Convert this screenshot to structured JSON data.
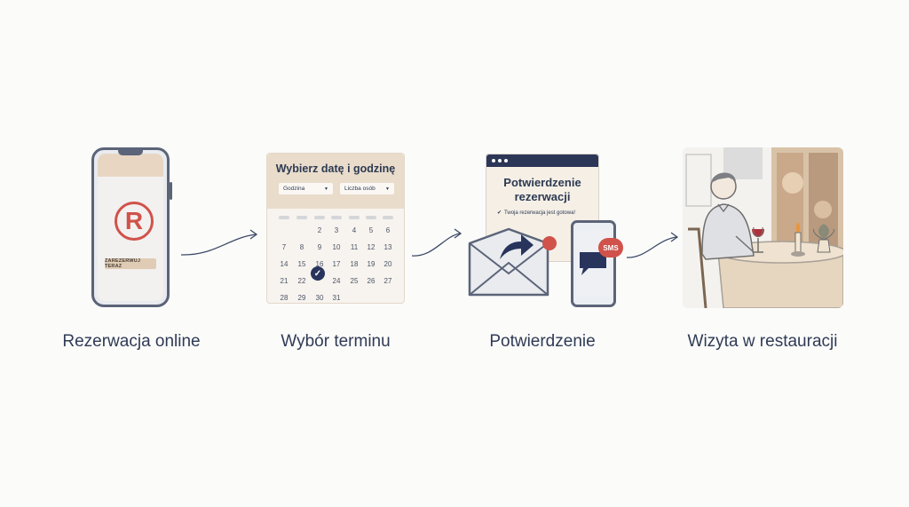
{
  "steps": [
    {
      "label": "Rezerwacja online"
    },
    {
      "label": "Wybór terminu"
    },
    {
      "label": "Potwierdzenie"
    },
    {
      "label": "Wizyta w restauracji"
    }
  ],
  "phone": {
    "logo_letter": "R",
    "button_label": "ZAREZERWUJ TERAZ"
  },
  "calendar": {
    "title": "Wybierz datę i godzinę",
    "select_time": "Godzina",
    "select_guests": "Liczba osób",
    "days": [
      [
        "",
        "",
        "2",
        "3",
        "4",
        "5",
        "6"
      ],
      [
        "7",
        "8",
        "9",
        "10",
        "11",
        "12",
        "13"
      ],
      [
        "14",
        "15",
        "16",
        "17",
        "18",
        "19",
        "20"
      ],
      [
        "21",
        "22",
        "",
        "24",
        "25",
        "26",
        "27"
      ],
      [
        "28",
        "29",
        "30",
        "31",
        "",
        "",
        ""
      ]
    ]
  },
  "confirmation": {
    "title_line1": "Potwierdzenie",
    "title_line2": "rezerwacji",
    "note": "Twoja rezerwacja jest gotowa!",
    "sms_badge": "SMS"
  },
  "colors": {
    "accent_red": "#d0524a",
    "navy": "#2c3758",
    "beige": "#e9dccb"
  }
}
